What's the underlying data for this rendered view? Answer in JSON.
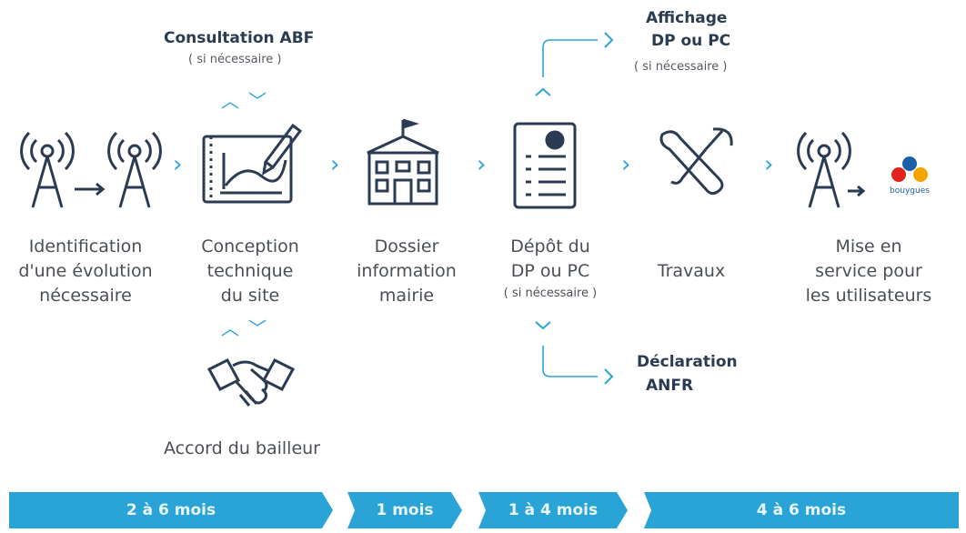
{
  "top": {
    "consultation_title": "Consultation ABF",
    "consultation_note": "( si nécessaire )",
    "affichage_title_line1": "Affichage",
    "affichage_title_line2": "DP ou PC",
    "affichage_note": "( si nécessaire )"
  },
  "steps": [
    {
      "line1": "Identification",
      "line2": "d'une évolution",
      "line3": "nécessaire",
      "icon": "antenna-icon"
    },
    {
      "line1": "Conception",
      "line2": "technique",
      "line3": "du site",
      "icon": "drawing-tablet-icon"
    },
    {
      "line1": "Dossier",
      "line2": "information",
      "line3": "mairie",
      "icon": "town-hall-icon"
    },
    {
      "line1": "Dépôt du",
      "line2": "DP ou PC",
      "line3": "( si nécessaire )",
      "icon": "document-icon"
    },
    {
      "line1": "Travaux",
      "icon": "tools-icon"
    },
    {
      "line1": "Mise en",
      "line2": "service pour",
      "line3": "les utilisateurs",
      "icon": "antenna-icon"
    }
  ],
  "bottom": {
    "accord": "Accord du bailleur",
    "declaration_line1": "Déclaration",
    "declaration_line2": "ANFR"
  },
  "brand": {
    "logo_text": "bouygues"
  },
  "durations": [
    "2 à 6 mois",
    "1 mois",
    "1 à 4 mois",
    "4 à 6 mois"
  ],
  "colors": {
    "accent": "#2aa4d6",
    "icon": "#2b3c52"
  }
}
